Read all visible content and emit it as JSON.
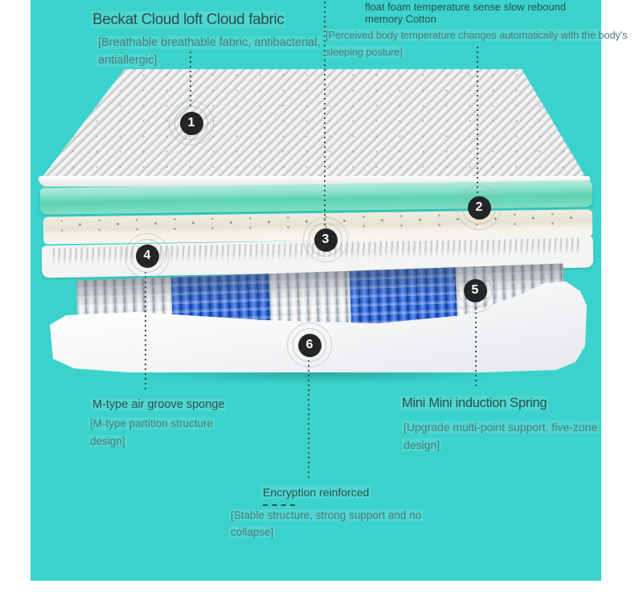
{
  "colors": {
    "backdrop_teal": "#3BD2CC",
    "page_white": "#FFFFFF",
    "title_text": "#2B4F4C",
    "subtitle_text": "#4C7A77",
    "marker_black": "#232526",
    "marker_number_white": "#FFFFFF",
    "foam_green": "#5ED2B0",
    "spring_blue": "#2F6FE4",
    "spring_white": "#EFF1F3",
    "latex_cream": "#EAE6D8"
  },
  "markers": [
    "1",
    "2",
    "3",
    "4",
    "5",
    "6"
  ],
  "labels": {
    "fabric": {
      "title": "Beckat Cloud loft Cloud fabric",
      "desc_lines": [
        "[Breathable breathable fabric, antibacterial,",
        "antiallergic]"
      ]
    },
    "memory_cotton": {
      "title_lines": [
        "float foam temperature sense slow rebound",
        "memory Cotton"
      ],
      "desc_lines": [
        "[Perceived body temperature changes automatically with the body's",
        "sleeping posture]"
      ]
    },
    "sponge": {
      "title": "M-type air groove sponge",
      "desc_lines": [
        "[M-type partition structure",
        "design]"
      ]
    },
    "spring": {
      "title": "Mini Mini induction Spring",
      "desc_lines": [
        "[Upgrade multi-point support, five-zone",
        "design]"
      ]
    },
    "reinforced": {
      "title": "Encryption reinforced",
      "desc_lines": [
        "[Stable structure, strong support and no",
        "collapse]"
      ]
    }
  }
}
